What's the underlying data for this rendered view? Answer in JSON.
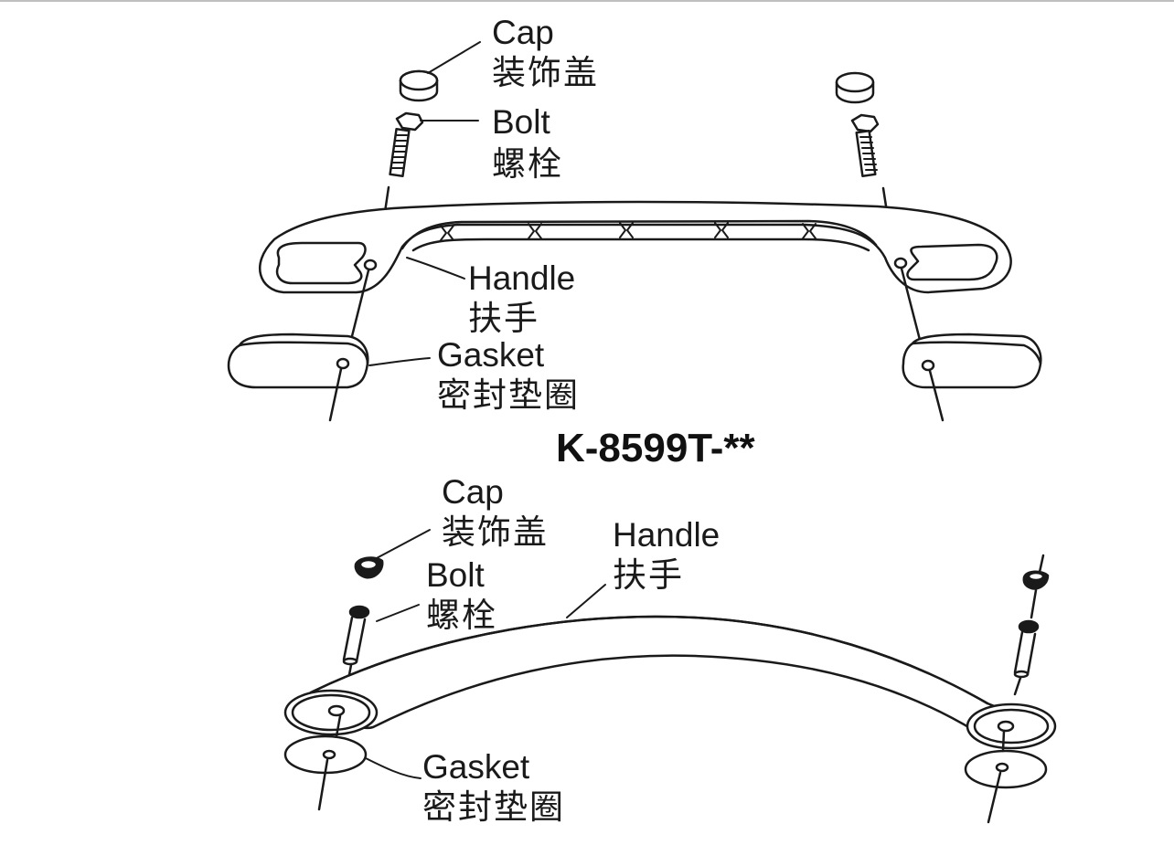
{
  "top": {
    "cap": {
      "en": "Cap",
      "zh": "装饰盖"
    },
    "bolt": {
      "en": "Bolt",
      "zh": "螺栓"
    },
    "handle": {
      "en": "Handle",
      "zh": "扶手"
    },
    "gasket": {
      "en": "Gasket",
      "zh": "密封垫圈"
    }
  },
  "model": "K-8599T-**",
  "bottom": {
    "cap": {
      "en": "Cap",
      "zh": "装饰盖"
    },
    "bolt": {
      "en": "Bolt",
      "zh": "螺栓"
    },
    "handle": {
      "en": "Handle",
      "zh": "扶手"
    },
    "gasket": {
      "en": "Gasket",
      "zh": "密封垫圈"
    }
  }
}
